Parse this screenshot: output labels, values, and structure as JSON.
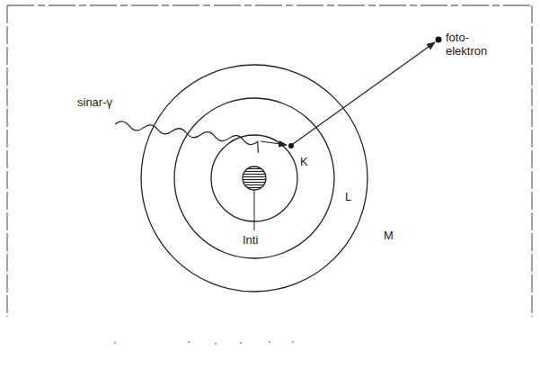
{
  "diagram": {
    "labels": [
      "sinar-γ",
      "foto-elektron",
      "K",
      "L",
      "M",
      "Inti"
    ]
  }
}
